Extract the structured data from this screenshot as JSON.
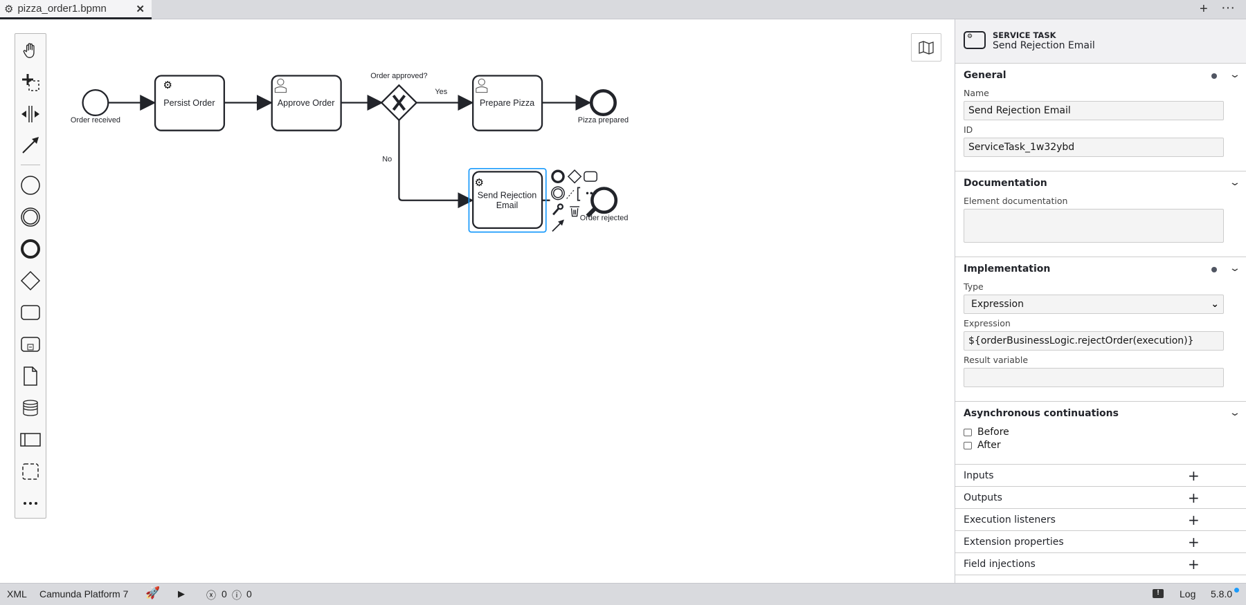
{
  "tabs": [
    {
      "label": "pizza_order1.bpmn",
      "icon": "gear-icon",
      "close_icon": "close-icon"
    }
  ],
  "tabbar_actions": {
    "add": "+",
    "more": "···"
  },
  "diagram": {
    "start_event": "Order received",
    "tasks": [
      "Persist Order",
      "Approve Order",
      "Prepare Pizza"
    ],
    "gateway_label": "Order approved?",
    "flow_yes": "Yes",
    "flow_no": "No",
    "end_event": "Pizza prepared",
    "selected_task": [
      "Send Rejection",
      "Email"
    ],
    "end_rejected": "Order rejected",
    "selection_color": "#1a9bfc"
  },
  "properties": {
    "header_type": "SERVICE TASK",
    "header_name": "Send Rejection Email",
    "general": {
      "title": "General",
      "name_label": "Name",
      "name_value": "Send Rejection Email",
      "id_label": "ID",
      "id_value": "ServiceTask_1w32ybd"
    },
    "documentation": {
      "title": "Documentation",
      "label": "Element documentation",
      "value": ""
    },
    "implementation": {
      "title": "Implementation",
      "type_label": "Type",
      "type_value": "Expression",
      "expression_label": "Expression",
      "expression_value": "${orderBusinessLogic.rejectOrder(execution)}",
      "result_label": "Result variable",
      "result_value": ""
    },
    "async": {
      "title": "Asynchronous continuations",
      "before": "Before",
      "after": "After"
    },
    "groups": [
      "Inputs",
      "Outputs",
      "Execution listeners",
      "Extension properties",
      "Field injections"
    ]
  },
  "status": {
    "xml": "XML",
    "platform": "Camunda Platform 7",
    "errors": "0",
    "warnings": "0",
    "log": "Log",
    "version": "5.8.0"
  }
}
